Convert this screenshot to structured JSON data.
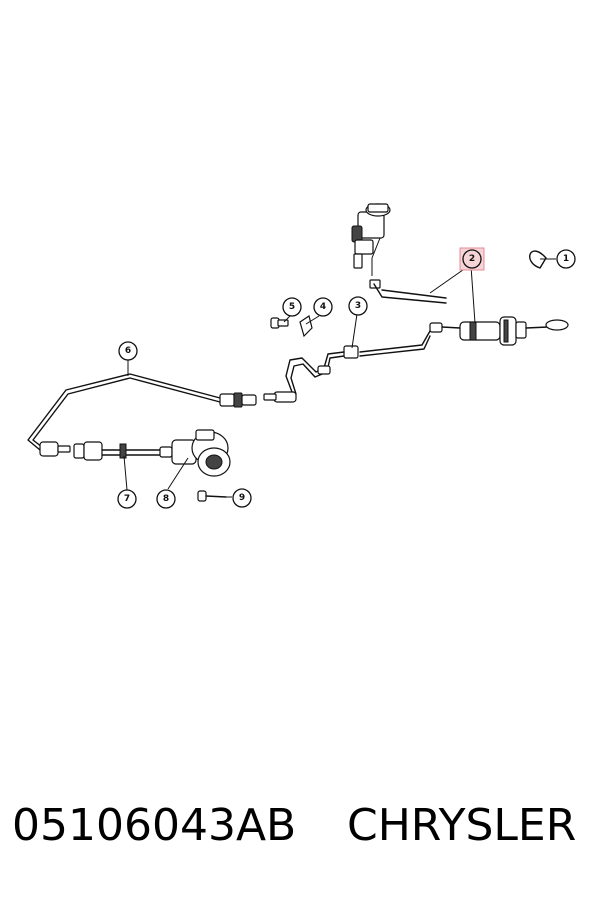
{
  "callouts": [
    {
      "label": "1",
      "highlighted": false
    },
    {
      "label": "2",
      "highlighted": true
    },
    {
      "label": "3",
      "highlighted": false
    },
    {
      "label": "4",
      "highlighted": false
    },
    {
      "label": "5",
      "highlighted": false
    },
    {
      "label": "6",
      "highlighted": false
    },
    {
      "label": "7",
      "highlighted": false
    },
    {
      "label": "8",
      "highlighted": false
    },
    {
      "label": "9",
      "highlighted": false
    }
  ],
  "highlight_color": "#f6d3d6",
  "footer": {
    "part_number": "05106043AB",
    "brand": "CHRYSLER"
  }
}
